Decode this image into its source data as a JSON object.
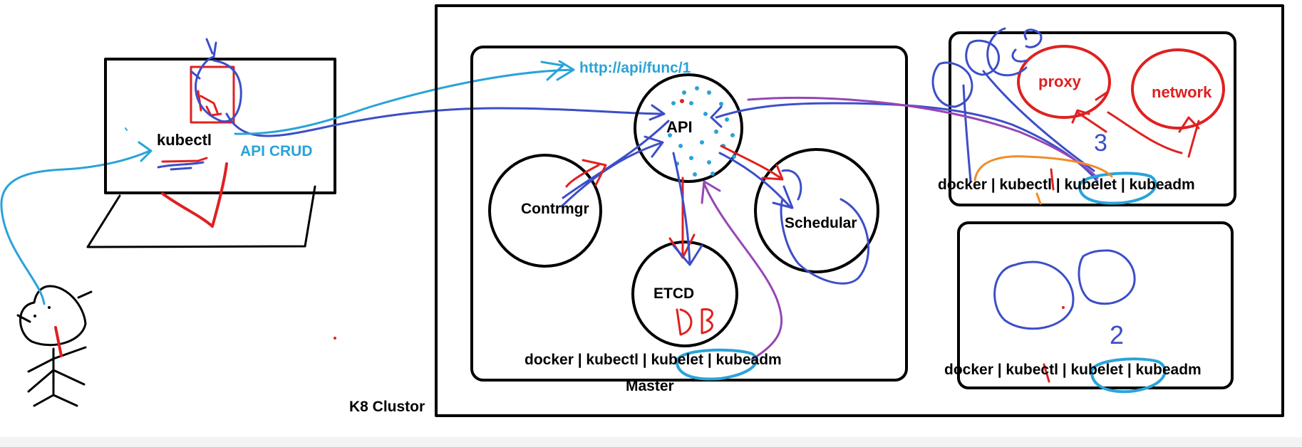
{
  "colors": {
    "ink": "#000000",
    "cyan": "#29a3d8",
    "blue": "#3c4ec8",
    "red": "#e02020",
    "purple": "#9646b4",
    "orange": "#f08c28"
  },
  "laptop": {
    "label": "kubectl",
    "api_label": "API CRUD"
  },
  "url_label": "http://api/func/1",
  "cluster": {
    "label": "K8 Clustor"
  },
  "master": {
    "label": "Master",
    "components": {
      "api": "API",
      "controller": "Contrmgr",
      "scheduler": "Schedular",
      "etcd": "ETCD",
      "etcd_note": "DB"
    },
    "tools": "docker | kubectl | kubelet | kubeadm"
  },
  "worker1": {
    "proxy": "proxy",
    "network": "network",
    "tools": "docker | kubectl | kubelet | kubeadm",
    "number": "3"
  },
  "worker2": {
    "tools": "docker | kubectl | kubelet | kubeadm",
    "number": "2"
  }
}
